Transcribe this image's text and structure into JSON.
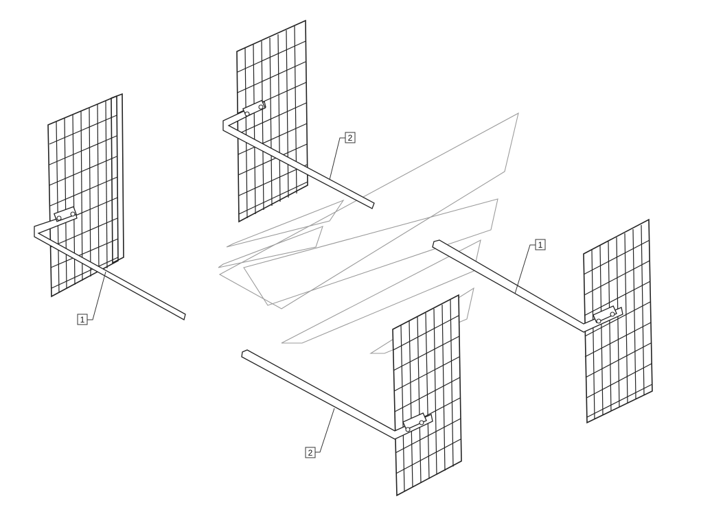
{
  "callouts": [
    {
      "id": "c1",
      "text": "1"
    },
    {
      "id": "c2",
      "text": "2"
    },
    {
      "id": "c3",
      "text": "1"
    },
    {
      "id": "c4",
      "text": "2"
    }
  ],
  "parts": [
    {
      "name": "mesh-guard-left",
      "callout": "1"
    },
    {
      "name": "mesh-guard-top",
      "callout": "2"
    },
    {
      "name": "mesh-guard-right",
      "callout": "1"
    },
    {
      "name": "mesh-guard-bottom",
      "callout": "2"
    }
  ]
}
